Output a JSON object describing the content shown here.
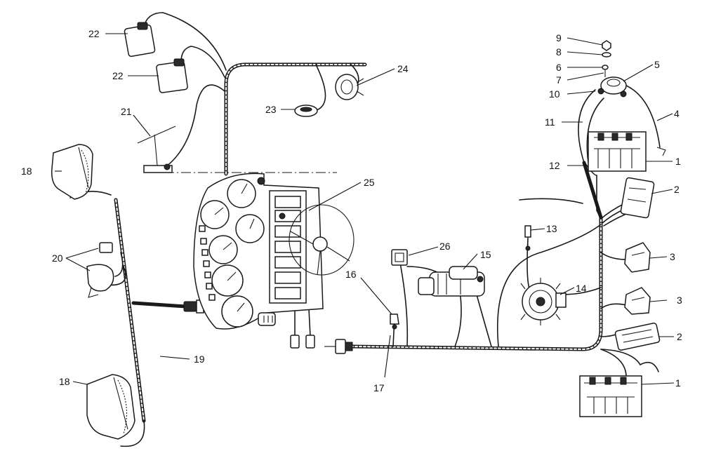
{
  "labels": {
    "l1_top": "1",
    "l1_bottom": "1",
    "l2_top": "2",
    "l2_bottom": "2",
    "l3_top": "3",
    "l3_bottom": "3",
    "l4": "4",
    "l5": "5",
    "l6": "6",
    "l7": "7",
    "l8": "8",
    "l9": "9",
    "l10": "10",
    "l11": "11",
    "l12": "12",
    "l13": "13",
    "l14": "14",
    "l15": "15",
    "l16": "16",
    "l17": "17",
    "l18_top": "18",
    "l18_bottom": "18",
    "l19": "19",
    "l20": "20",
    "l21": "21",
    "l22_top": "22",
    "l22_bottom": "22",
    "l23": "23",
    "l24": "24",
    "l25": "25",
    "l26": "26"
  }
}
